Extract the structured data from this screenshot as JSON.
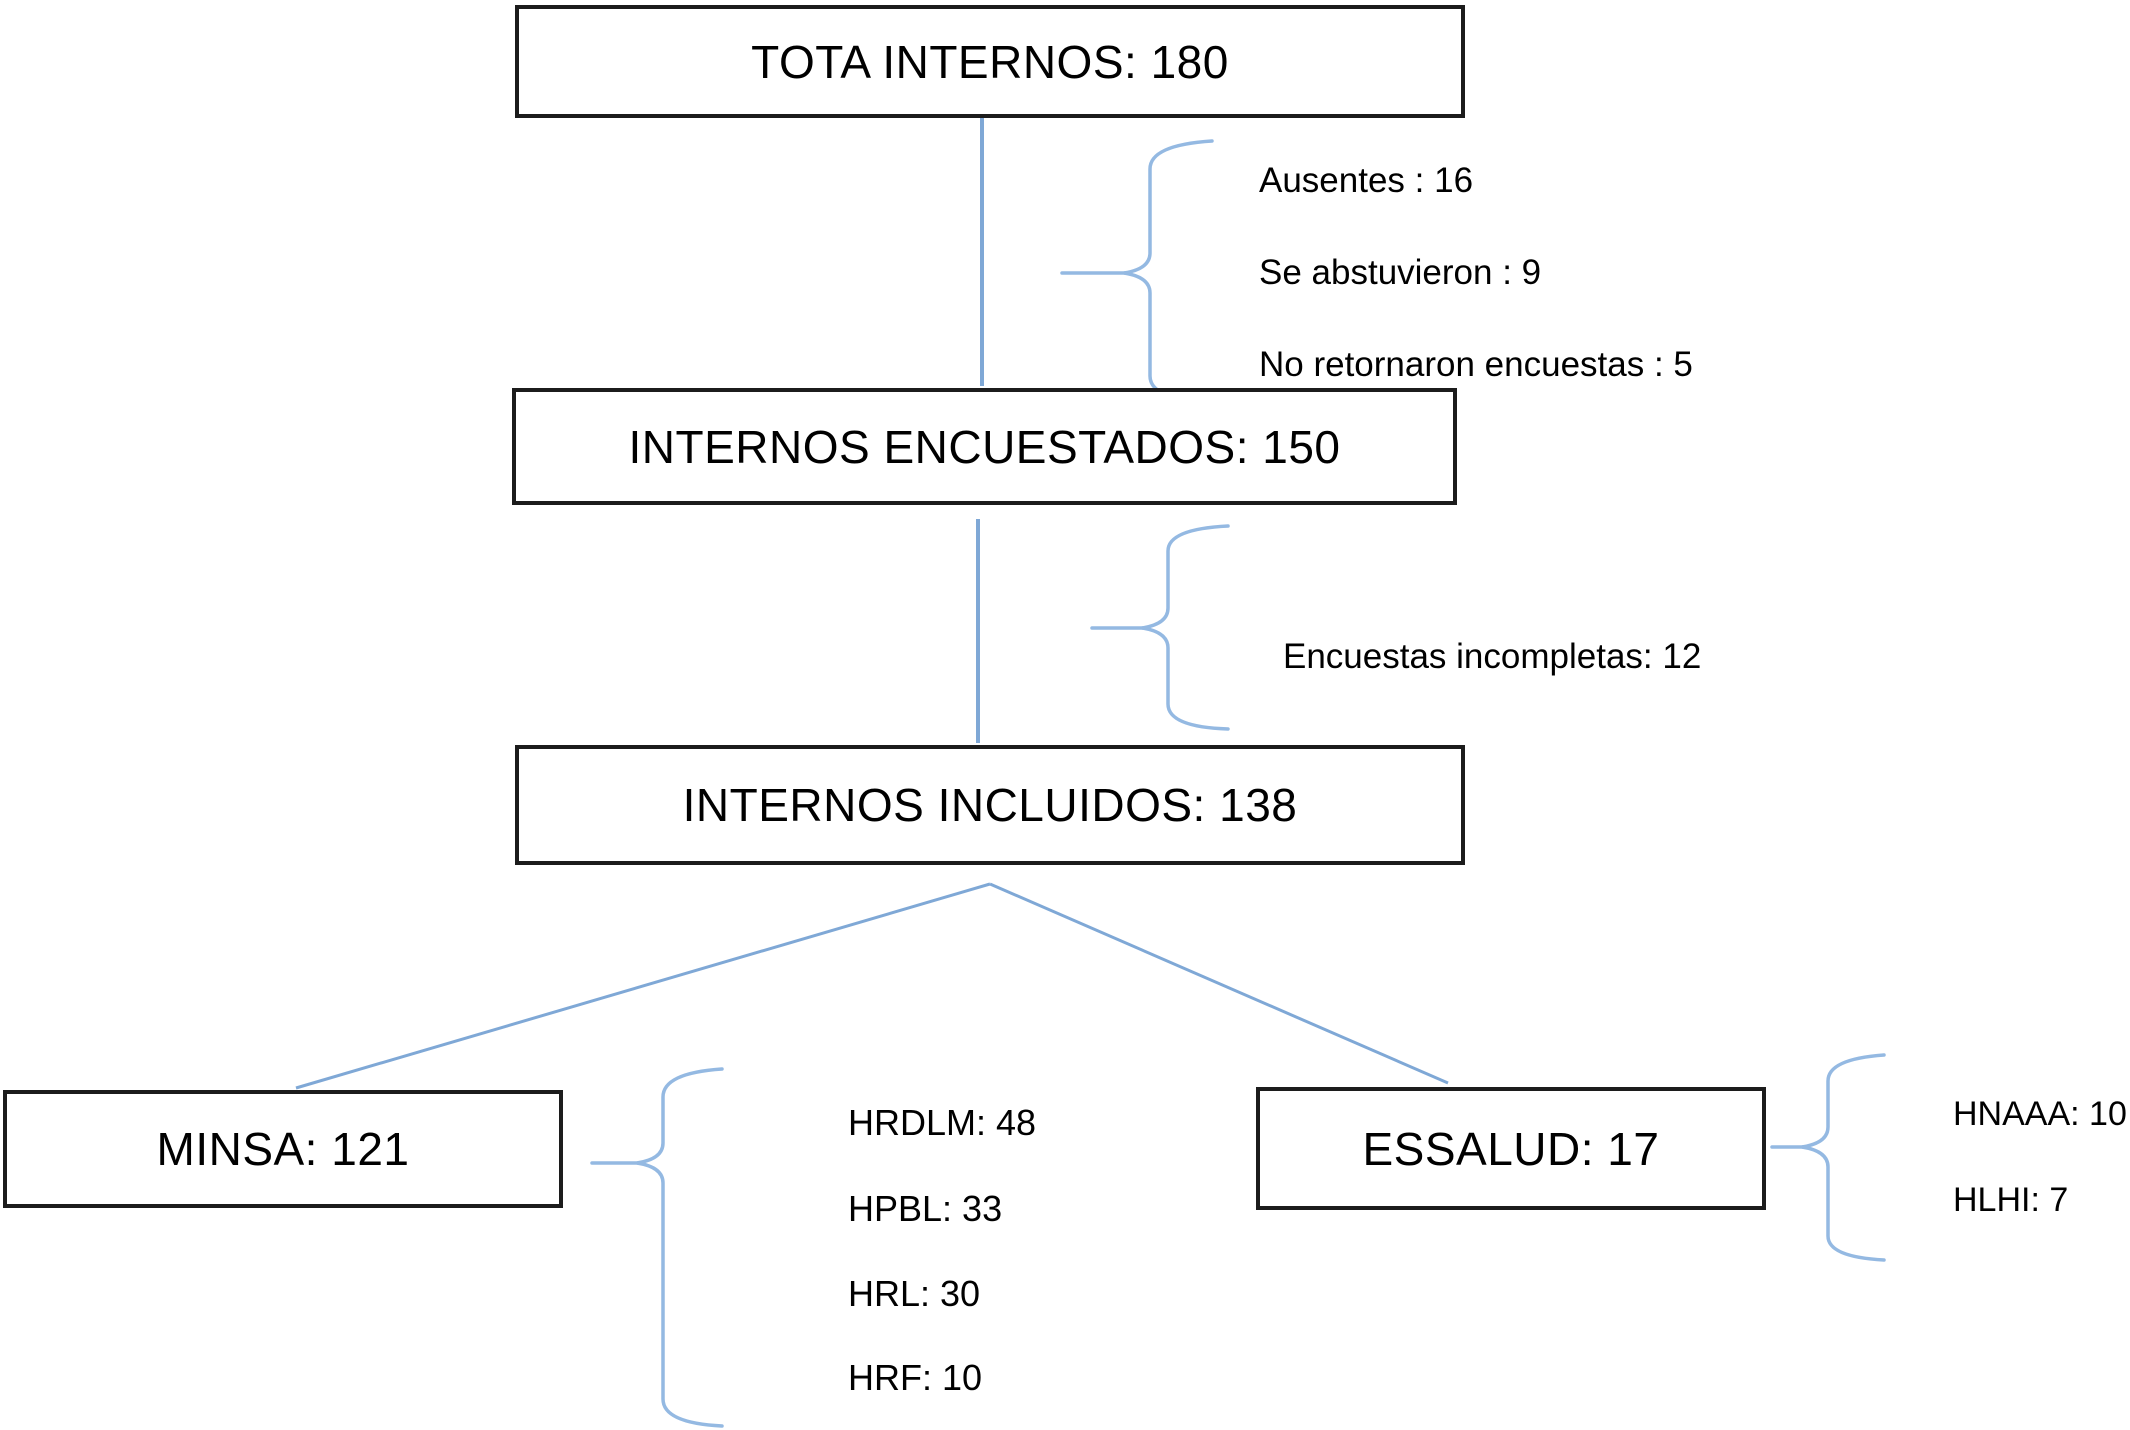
{
  "diagram": {
    "nodes": {
      "total": {
        "label": "TOTA INTERNOS: 180"
      },
      "surveyed": {
        "label": "INTERNOS ENCUESTADOS: 150"
      },
      "included": {
        "label": "INTERNOS INCLUIDOS: 138"
      },
      "minsa": {
        "label": "MINSA: 121"
      },
      "essalud": {
        "label": "ESSALUD: 17"
      }
    },
    "annotations": {
      "survey_exclusions": {
        "items": [
          "Ausentes : 16",
          "Se abstuvieron : 9",
          "No retornaron encuestas : 5"
        ]
      },
      "inclusion_exclusions": {
        "items": [
          "Encuestas incompletas: 12"
        ]
      },
      "minsa_breakdown": {
        "items": [
          "HRDLM: 48",
          "HPBL: 33",
          "HRL: 30",
          "HRF: 10"
        ]
      },
      "essalud_breakdown": {
        "items": [
          "HNAAA: 10",
          "HLHI: 7"
        ]
      }
    },
    "colors": {
      "connector": "#7fa8d6",
      "brace": "#94b9e2",
      "box_border": "#1c1c1c",
      "text": "#000000",
      "background": "#ffffff"
    }
  }
}
